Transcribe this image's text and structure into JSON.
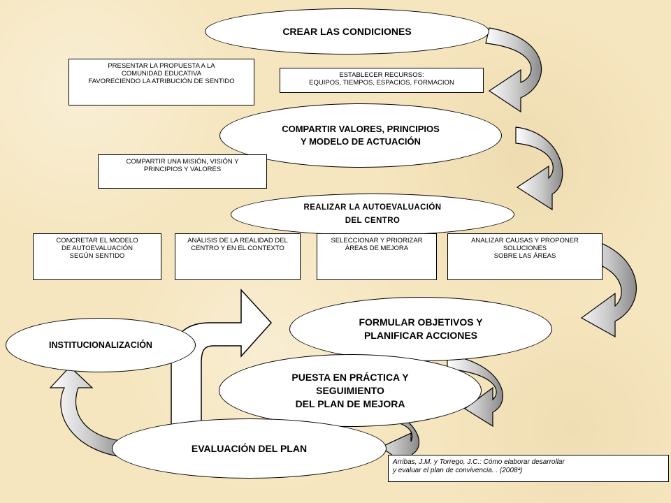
{
  "ellipses": {
    "crear": "CREAR LAS CONDICIONES",
    "compartir": "COMPARTIR VALORES, PRINCIPIOS\nY MODELO DE ACTUACIÓN",
    "realizar": "REALIZAR LA AUTOEVALUACIÓN\nDEL CENTRO",
    "formular": "FORMULAR OBJETIVOS Y\nPLANIFICAR   ACCIONES",
    "institucionalizacion": "INSTITUCIONALIZACIÓN",
    "puesta": "PUESTA EN PRÁCTICA Y\nSEGUIMIENTO\nDEL PLAN DE MEJORA",
    "evaluacion": "EVALUACIÓN DEL PLAN"
  },
  "boxes": {
    "presentar": "PRESENTAR LA PROPUESTA  A LA\nCOMUNIDAD EDUCATIVA\nFAVORECIENDO LA ATRIBUCIÓN  DE SENTIDO",
    "establecer": "ESTABLECER RECURSOS:\nEQUIPOS, TIEMPOS, ESPACIOS, FORMACION",
    "mision": "COMPARTIR UNA MISIÓN, VISIÓN  Y\nPRINCIPIOS Y VALORES",
    "concretar": "CONCRETAR EL MODELO\nDE AUTOEVALUACIÓN\nSEGÚN SENTIDO",
    "analisis": "ANÁLISIS DE LA REALIDAD DEL\nCENTRO Y  EN EL CONTEXTO",
    "seleccionar": "SELECCIONAR Y PRIORIZAR\nÁREAS DE MEJORA",
    "analizar": "ANALIZAR CAUSAS  Y PROPONER\nSOLUCIONES\nSOBRE LAS ÁREAS"
  },
  "citation": "Arribas, J.M. y Torrego, J.C.: Cómo  elaborar  desarrollar\n y evaluar el plan de convivencia. . (2008ª)"
}
